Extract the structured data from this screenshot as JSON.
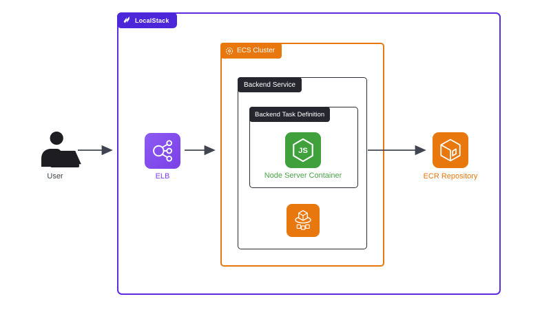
{
  "diagram": {
    "containers": {
      "localstack": {
        "label": "LocalStack"
      },
      "ecs_cluster": {
        "label": "ECS Cluster"
      },
      "backend_service": {
        "label": "Backend Service"
      },
      "backend_task_definition": {
        "label": "Backend Task Definition"
      }
    },
    "nodes": {
      "user": {
        "label": "User",
        "icon": "user-at-laptop-icon"
      },
      "elb": {
        "label": "ELB",
        "icon": "elastic-load-balancer-icon"
      },
      "node_server_container": {
        "label": "Node Server Container",
        "icon": "nodejs-hexagon-icon"
      },
      "ecs_service": {
        "icon": "ecs-cube-orbit-icon"
      },
      "ecr_repository": {
        "label": "ECR Repository",
        "icon": "ecr-cube-icon"
      }
    },
    "edges": [
      {
        "from": "user",
        "to": "localstack"
      },
      {
        "from": "elb",
        "to": "ecs_cluster"
      },
      {
        "from": "backend_service",
        "to": "ecr_repository"
      }
    ],
    "colors": {
      "localstack_border": "#5c2be0",
      "localstack_tab": "#4c27d9",
      "aws_orange": "#e8770d",
      "dark_tab": "#26262e",
      "nodejs_green": "#3fa03c",
      "node_label_green": "#4aa546",
      "elb_purple": "#7d3bf0",
      "arrow_gray": "#3f4450",
      "background": "#ffffff"
    }
  }
}
